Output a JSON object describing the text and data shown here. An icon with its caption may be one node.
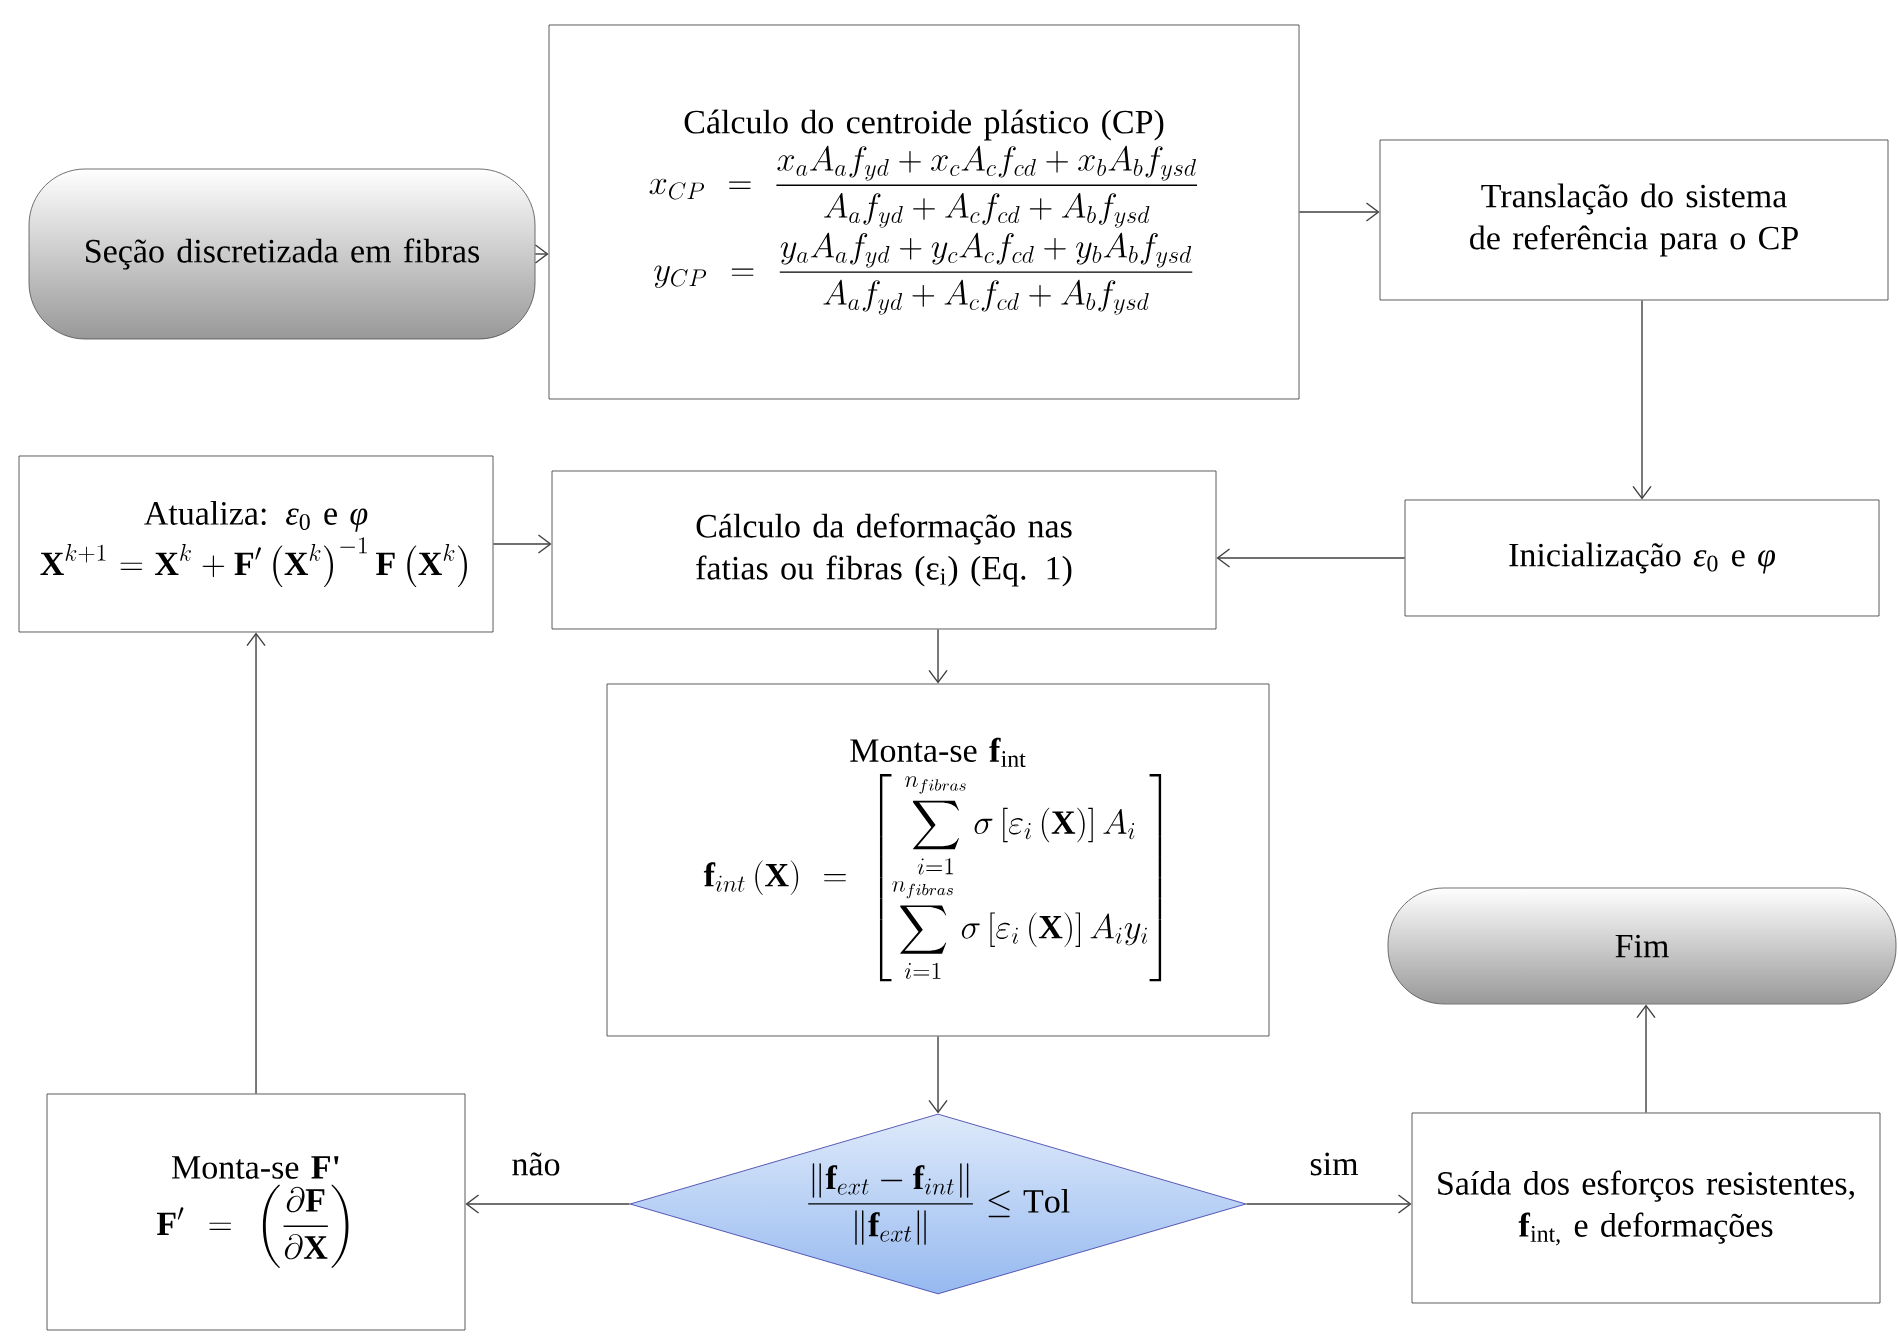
{
  "diagram": {
    "nodes": [
      {
        "text": [
          "Seção discretizada em fibras"
        ]
      },
      {
        "text": [
          "Cálculo do centroide plástico (CP)",
          "x_{CP}=\\frac{x_aA_af_{yd}+x_cA_cf_{cd}+x_bA_bf_{ysd}}{A_af_{yd}+A_cf_{cd}+A_bf_{ysd}}",
          "y_{CP}=\\frac{y_aA_af_{yd}+y_cA_cf_{cd}+y_bA_bf_{ysd}}{A_af_{yd}+A_cf_{cd}+A_bf_{ysd}}"
        ]
      },
      {
        "text": [
          "Translação do sistema de referência para o CP"
        ]
      },
      {
        "text": [
          "Atualiza: *ε*$_{0}$ e *φ*",
          "\\mathbf{X}^{k+1}=\\mathbf{X}^{k}+\\mathbf{F}'\\left(\\mathbf{X}^{k}\\right)^{-1}\\mathbf{F}\\left(\\mathbf{X}^{k}\\right)"
        ]
      },
      {
        "text": [
          "Cálculo da deformação nas fatias ou fibras (ε$_{i}$) (Eq. 1)"
        ]
      },
      {
        "text": [
          "Inicialização *ε*$_{0}$ e *φ*"
        ]
      },
      {
        "text": [
          "Monta-se **f**$_{int}$",
          "\\mathbf{f}_{int}\\left(\\mathbf{X}\\right)=\\begin{bmatrix}\\displaystyle\\sum_{i=1}^{n_{fibras}}\\sigma\\left[\\varepsilon_i\\left(\\mathbf{X}\\right)\\right]A_i\\\\[1ex] \\displaystyle\\sum_{i=1}^{n_{fibras}}\\sigma\\left[\\varepsilon_i\\left(\\mathbf{X}\\right)\\right]A_iy_i\\end{bmatrix}"
        ]
      },
      {
        "text": [
          "Fim"
        ]
      },
      {
        "text": [
          "Monta-se **F'**",
          "\\mathbf{F}'=\\left(\\frac{\\partial\\mathbf{F}}{\\partial\\mathbf{X}}\\right)"
        ]
      },
      {
        "text": [
          "\\frac{\\left\\|\\mathbf{f}_{ext}-\\mathbf{f}_{int}\\right\\|}{\\left\\|\\mathbf{f}_{ext}\\right\\|}\\leq\\mathrm{Tol}"
        ]
      },
      {
        "text": [
          "Saída dos esforços resistentes, **f**$_{int,}$ e deformações"
        ]
      }
    ],
    "edges": [
      {
        "from": 0,
        "to": 1,
        "arrow": "to"
      },
      {
        "from": 1,
        "to": 2,
        "arrow": "to"
      },
      {
        "from": 2,
        "to": 5,
        "arrow": "to"
      },
      {
        "from": 5,
        "to": 4,
        "arrow": "to"
      },
      {
        "from": 4,
        "to": 6,
        "arrow": "to"
      },
      {
        "from": 6,
        "to": 9,
        "arrow": "to"
      },
      {
        "from": 9,
        "to": 8,
        "arrow": "to",
        "label": "não"
      },
      {
        "from": 9,
        "to": 10,
        "arrow": "to",
        "label": "sim"
      },
      {
        "from": 10,
        "to": 7,
        "arrow": "to"
      },
      {
        "from": 8,
        "to": 3,
        "arrow": "to"
      },
      {
        "from": 3,
        "to": 4,
        "arrow": "to"
      }
    ]
  }
}
